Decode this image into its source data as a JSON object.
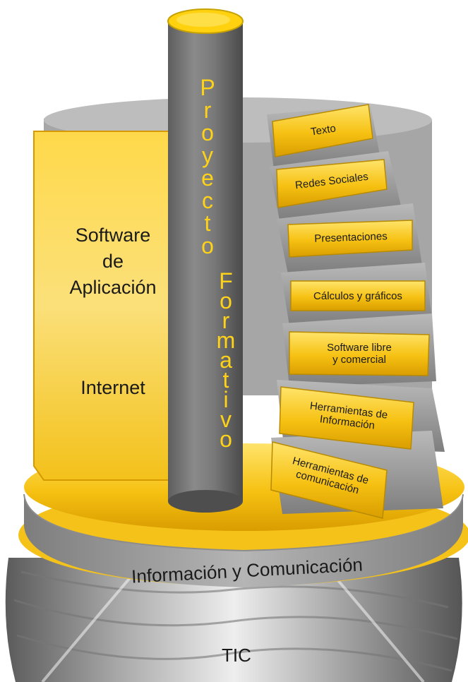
{
  "central_column": {
    "word1": [
      "P",
      "r",
      "o",
      "y",
      "e",
      "c",
      "t",
      "o"
    ],
    "word2": [
      "F",
      "o",
      "r",
      "m",
      "a",
      "t",
      "i",
      "v",
      "o"
    ]
  },
  "left_panel": {
    "line1": "Software",
    "line2": "de",
    "line3": "Aplicación",
    "line4": "Internet"
  },
  "steps": [
    {
      "text": "Texto"
    },
    {
      "text": "Redes Sociales"
    },
    {
      "text": "Presentaciones"
    },
    {
      "text": "Cálculos y gráficos"
    },
    {
      "line1": "Software libre",
      "line2": "y comercial"
    },
    {
      "line1": "Herramientas de",
      "line2": "Información"
    },
    {
      "line1": "Herramientas de",
      "line2": "comunicación"
    }
  ],
  "ring_label": "Información y Comunicación",
  "base_label": "TIC",
  "colors": {
    "accent_yellow": "#f7c20c",
    "light_yellow": "#ffe36a",
    "gray": "#8f8f8f",
    "dark_gray": "#6f6f6f",
    "light_gray": "#c8c8c8"
  }
}
